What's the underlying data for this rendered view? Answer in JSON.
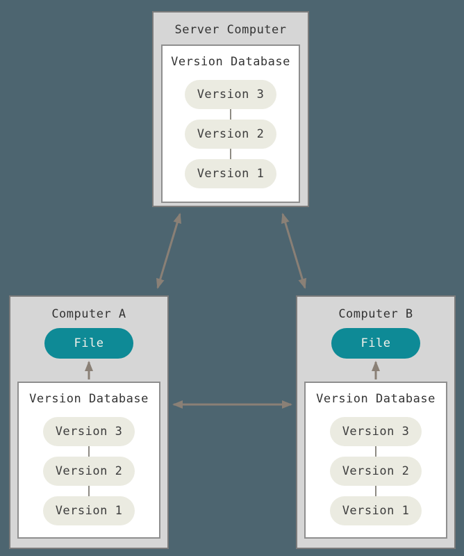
{
  "theme": {
    "page_bg": "#4d6570",
    "node_fill": "#d6d6d6",
    "node_border": "#7b7b7b",
    "panel_fill": "#ffffff",
    "panel_border": "#8e8e8e",
    "pill_fill": "#ebebe1",
    "pill_text": "#3c3c3c",
    "file_fill": "#0e8a96",
    "file_text": "#f2f1ea",
    "arrow_color": "#8a8076",
    "link_color": "#8e8b84",
    "title_text": "#333333"
  },
  "diagram": {
    "server": {
      "title": "Server Computer",
      "database": {
        "title": "Version Database",
        "versions": [
          "Version 3",
          "Version 2",
          "Version 1"
        ]
      }
    },
    "computer_a": {
      "title": "Computer A",
      "file_label": "File",
      "database": {
        "title": "Version Database",
        "versions": [
          "Version 3",
          "Version 2",
          "Version 1"
        ]
      }
    },
    "computer_b": {
      "title": "Computer B",
      "file_label": "File",
      "database": {
        "title": "Version Database",
        "versions": [
          "Version 3",
          "Version 2",
          "Version 1"
        ]
      }
    }
  }
}
